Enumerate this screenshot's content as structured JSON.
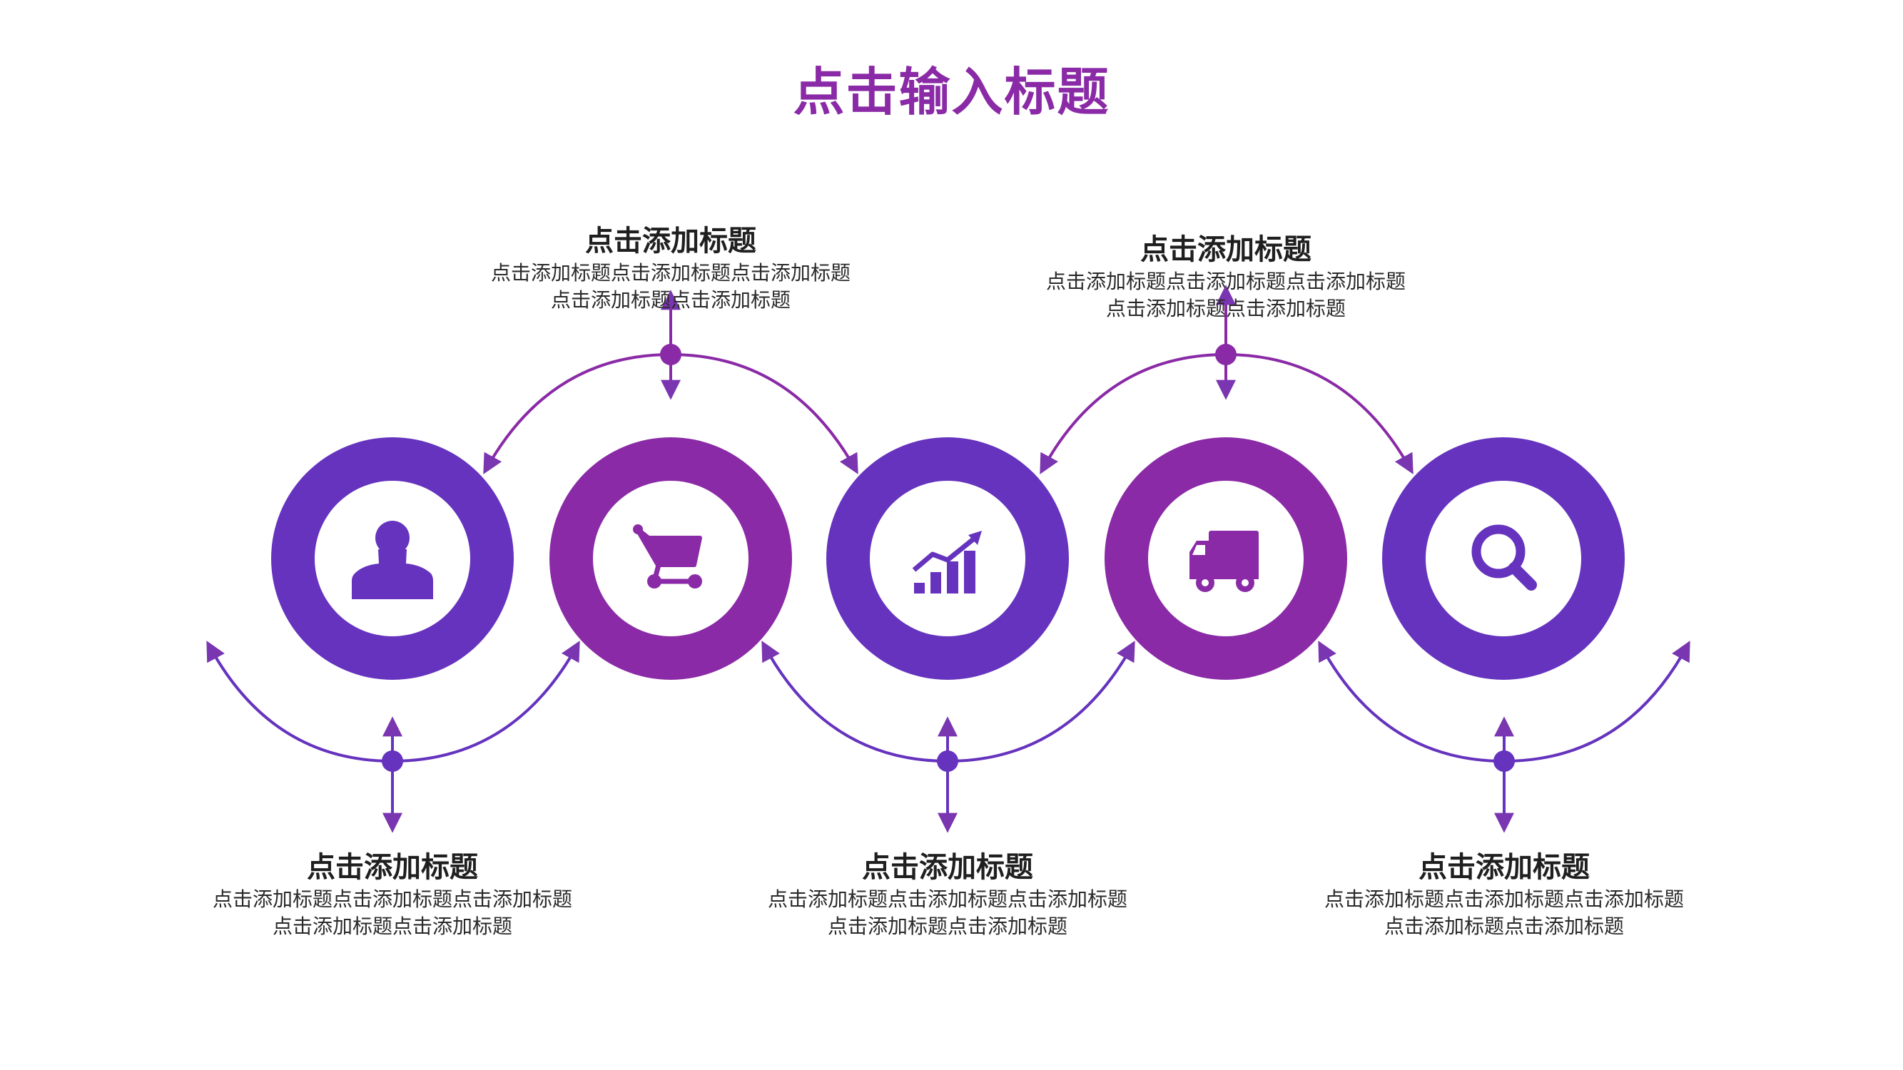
{
  "title": "点击输入标题",
  "colors": {
    "blue_violet": "#6533be",
    "purple": "#8a2aa6",
    "connector": "#7a35b0",
    "text": "#222222"
  },
  "steps": [
    {
      "icon": "user-icon",
      "tone": "blue_violet"
    },
    {
      "icon": "shopping-cart-icon",
      "tone": "purple"
    },
    {
      "icon": "bar-chart-icon",
      "tone": "blue_violet"
    },
    {
      "icon": "truck-icon",
      "tone": "purple"
    },
    {
      "icon": "search-icon",
      "tone": "blue_violet"
    }
  ],
  "labels": [
    {
      "title": "点击添加标题",
      "line1": "点击添加标题点击添加标题点击添加标题",
      "line2": "点击添加标题点击添加标题"
    },
    {
      "title": "点击添加标题",
      "line1": "点击添加标题点击添加标题点击添加标题",
      "line2": "点击添加标题点击添加标题"
    },
    {
      "title": "点击添加标题",
      "line1": "点击添加标题点击添加标题点击添加标题",
      "line2": "点击添加标题点击添加标题"
    },
    {
      "title": "点击添加标题",
      "line1": "点击添加标题点击添加标题点击添加标题",
      "line2": "点击添加标题点击添加标题"
    },
    {
      "title": "点击添加标题",
      "line1": "点击添加标题点击添加标题点击添加标题",
      "line2": "点击添加标题点击添加标题"
    }
  ]
}
